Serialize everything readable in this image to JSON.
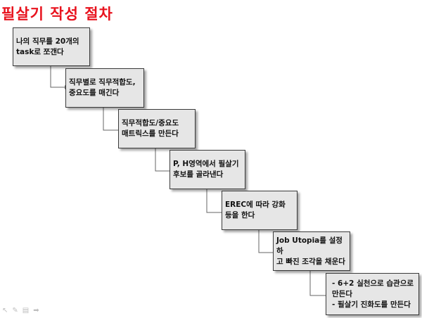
{
  "title": "필살기 작성 절차",
  "steps": [
    {
      "text": "나의 직무를 20개의\ntask로 쪼갠다"
    },
    {
      "text": "직무별로 직무적합도,\n중요도를 매긴다"
    },
    {
      "text": "직무적합도/중요도\n매트릭스를 만든다"
    },
    {
      "text": "P, H영역에서 필살기\n후보를 골라낸다"
    },
    {
      "text": "EREC에 따라 강화\n등을 한다"
    },
    {
      "text": "Job Utopia를 설정하\n고 빠진 조각을 채운다"
    },
    {
      "text": "- 6+2 실천으로 습관으로\n  만든다\n- 필살기 진화도를 만든다"
    }
  ],
  "slide_controls": {
    "icons": [
      "pointer-icon",
      "pen-icon",
      "menu-icon",
      "next-icon"
    ]
  }
}
